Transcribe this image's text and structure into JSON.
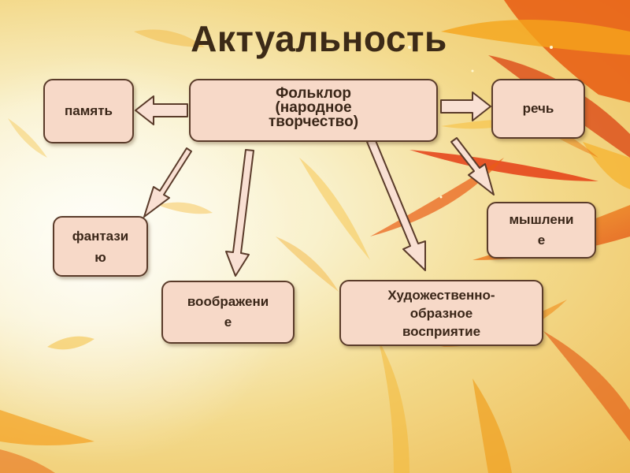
{
  "slide": {
    "title": "Актуальность"
  },
  "diagram": {
    "center": {
      "lines": [
        "Фольклор",
        "(народное",
        "творчество)"
      ]
    },
    "nodes": {
      "memory": [
        "память"
      ],
      "speech": [
        "речь"
      ],
      "thinking": [
        "мышлени",
        "е"
      ],
      "fantasy": [
        "фантази",
        "ю"
      ],
      "imagination": [
        "воображени",
        "е"
      ],
      "perception": [
        "Художественно-",
        "образное",
        "восприятие"
      ]
    }
  },
  "colors": {
    "box_fill": "#f7d9c8",
    "box_border": "#5a3b2a",
    "arrow_fill": "#f9e0d3",
    "arrow_stroke": "#5a3b2a",
    "title": "#3c2a17"
  }
}
